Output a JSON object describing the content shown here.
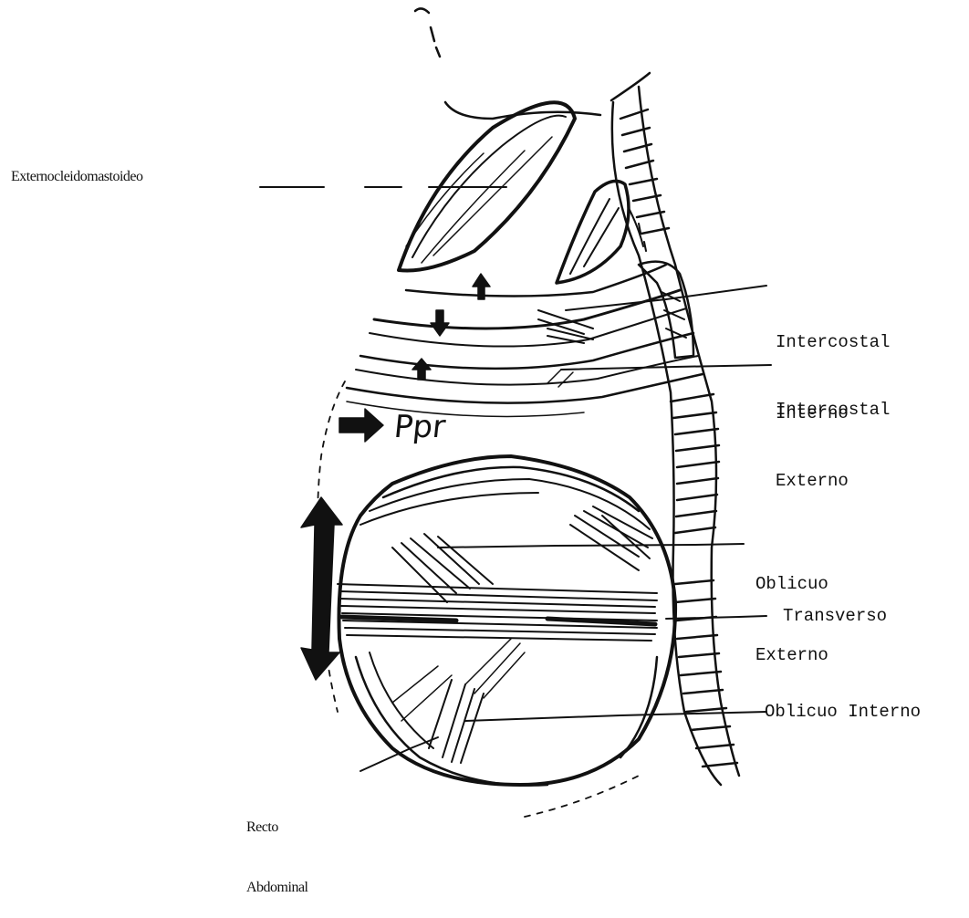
{
  "labels": {
    "esternocleidomastoideo": "Externocleidomastoideo",
    "intercostal_interno": [
      "Intercostal",
      "Interno"
    ],
    "intercostal_externo": [
      "Intercostal",
      "Externo"
    ],
    "oblicuo_externo": [
      "Oblicuo",
      "Externo"
    ],
    "transverso": "Transverso",
    "oblicuo_interno": "Oblicuo Interno",
    "recto_abdominal": [
      "Recto",
      "Abdominal"
    ],
    "ppr": "Ppr"
  },
  "colors": {
    "ink": "#111111",
    "background": "#ffffff"
  }
}
